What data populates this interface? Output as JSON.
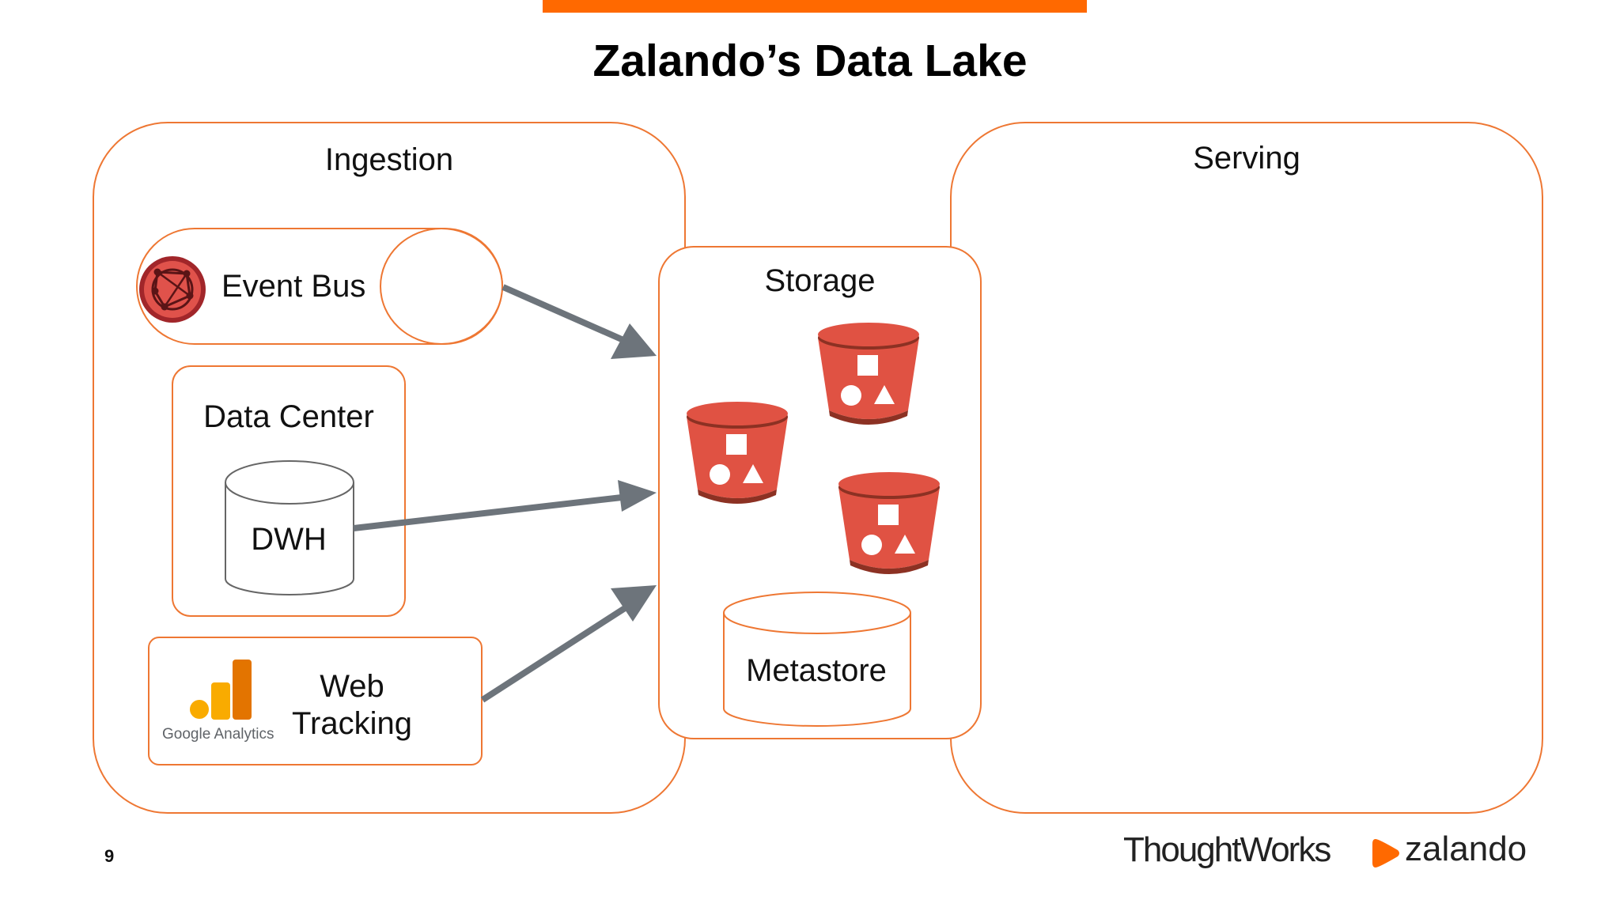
{
  "title": "Zalando’s Data Lake",
  "ingestion": {
    "label": "Ingestion",
    "event_bus": {
      "label": "Event Bus"
    },
    "data_center": {
      "label": "Data Center",
      "dwh_label": "DWH"
    },
    "web_tracking": {
      "label": "Web Tracking",
      "logo_text": "Google Analytics"
    }
  },
  "storage": {
    "label": "Storage",
    "metastore_label": "Metastore",
    "bucket_icon": "s3-bucket-icon"
  },
  "serving": {
    "label": "Serving"
  },
  "footer": {
    "page_number": "9",
    "logo_thoughtworks": "ThoughtWorks",
    "logo_zalando": "zalando"
  },
  "colors": {
    "accent": "#ff6900",
    "panel_border": "#ee7733",
    "bucket_red": "#e05243",
    "arrow_gray": "#6d747b"
  }
}
